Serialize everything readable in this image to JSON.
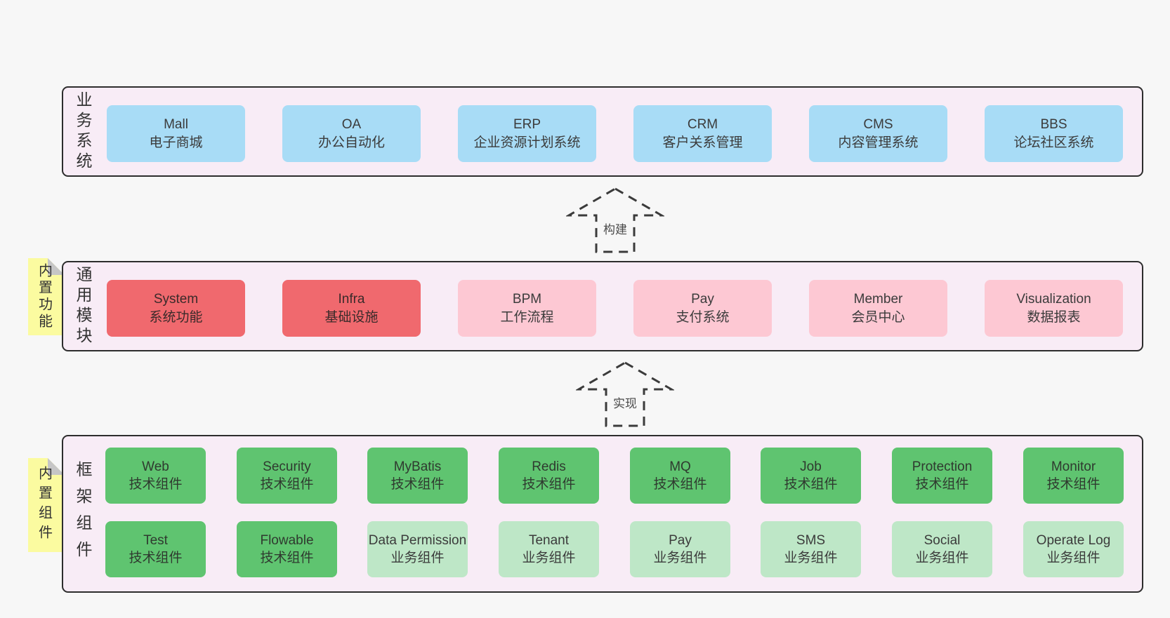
{
  "arrows": {
    "build": "构建",
    "implement": "实现"
  },
  "sections": {
    "business": {
      "label": "业务系统",
      "boxes": [
        {
          "name": "Mall",
          "desc": "电子商城"
        },
        {
          "name": "OA",
          "desc": "办公自动化"
        },
        {
          "name": "ERP",
          "desc": "企业资源计划系统"
        },
        {
          "name": "CRM",
          "desc": "客户关系管理"
        },
        {
          "name": "CMS",
          "desc": "内容管理系统"
        },
        {
          "name": "BBS",
          "desc": "论坛社区系统"
        }
      ]
    },
    "modules": {
      "label": "通用模块",
      "note": "内置功能",
      "boxes": [
        {
          "name": "System",
          "desc": "系统功能"
        },
        {
          "name": "Infra",
          "desc": "基础设施"
        },
        {
          "name": "BPM",
          "desc": "工作流程"
        },
        {
          "name": "Pay",
          "desc": "支付系统"
        },
        {
          "name": "Member",
          "desc": "会员中心"
        },
        {
          "name": "Visualization",
          "desc": "数据报表"
        }
      ]
    },
    "framework": {
      "label": "框架组件",
      "note": "内置组件",
      "row1": [
        {
          "name": "Web",
          "desc": "技术组件"
        },
        {
          "name": "Security",
          "desc": "技术组件"
        },
        {
          "name": "MyBatis",
          "desc": "技术组件"
        },
        {
          "name": "Redis",
          "desc": "技术组件"
        },
        {
          "name": "MQ",
          "desc": "技术组件"
        },
        {
          "name": "Job",
          "desc": "技术组件"
        },
        {
          "name": "Protection",
          "desc": "技术组件"
        },
        {
          "name": "Monitor",
          "desc": "技术组件"
        }
      ],
      "row2": [
        {
          "name": "Test",
          "desc": "技术组件"
        },
        {
          "name": "Flowable",
          "desc": "技术组件"
        },
        {
          "name": "Data Permission",
          "desc": "业务组件"
        },
        {
          "name": "Tenant",
          "desc": "业务组件"
        },
        {
          "name": "Pay",
          "desc": "业务组件"
        },
        {
          "name": "SMS",
          "desc": "业务组件"
        },
        {
          "name": "Social",
          "desc": "业务组件"
        },
        {
          "name": "Operate Log",
          "desc": "业务组件"
        }
      ]
    }
  },
  "colors": {
    "page_bg": "#f7f7f7",
    "section_bg": "#f8ecf6",
    "section_border": "#2d2d2d",
    "blue_box": "#a8dcf6",
    "red_box": "#f0696e",
    "pink_box": "#fdc8d3",
    "green_box": "#5fc470",
    "light_green_box": "#bee7c7",
    "note_yellow": "#fbfba0",
    "fold_gray": "#c6c6c6"
  }
}
